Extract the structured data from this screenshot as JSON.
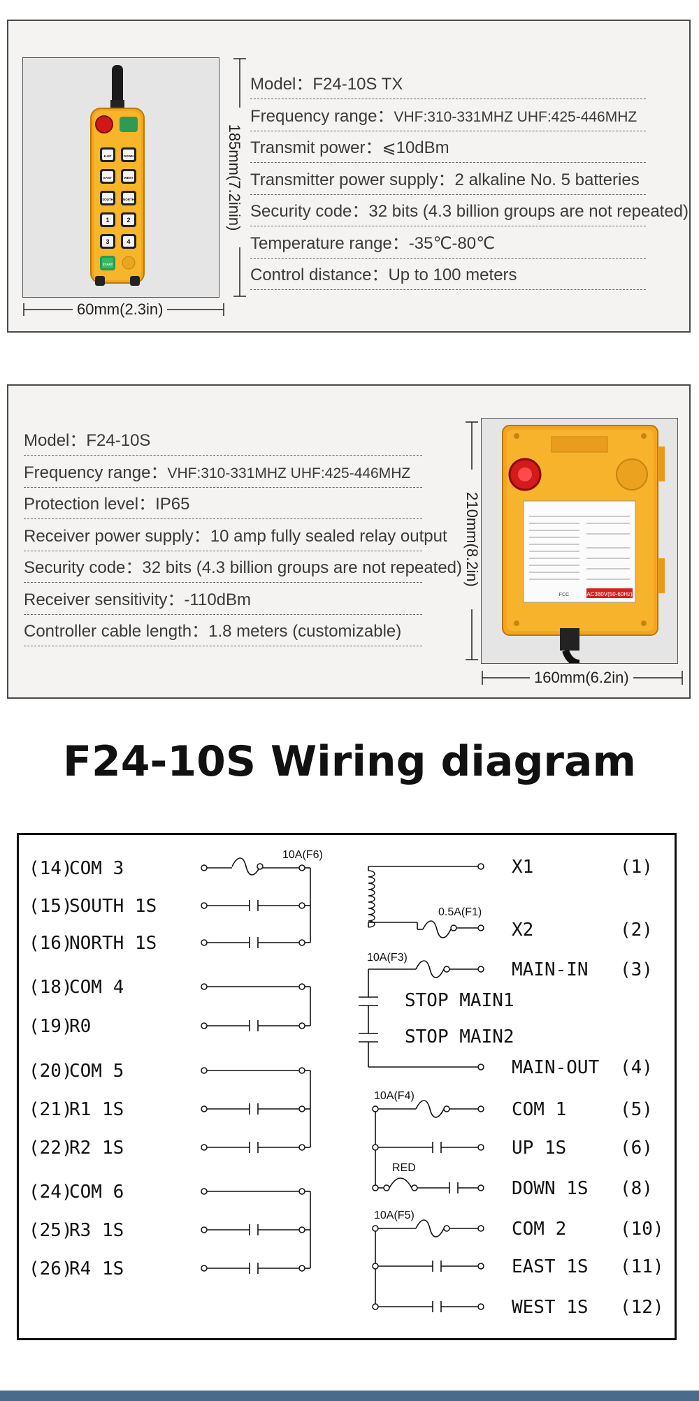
{
  "transmitter": {
    "specs": [
      {
        "label": "Model：",
        "value": "F24-10S TX"
      },
      {
        "label": "Frequency range：",
        "value": "VHF:310-331MHZ UHF:425-446MHZ",
        "small": true
      },
      {
        "label": "Transmit power：",
        "value": "⩽10dBm"
      },
      {
        "label": "Transmitter power supply：",
        "value": "2 alkaline No. 5 batteries"
      },
      {
        "label": "Security code：",
        "value": "32 bits (4.3 billion groups are not repeated)"
      },
      {
        "label": "Temperature range：",
        "value": "-35℃-80℃"
      },
      {
        "label": "Control distance：",
        "value": "Up to 100 meters"
      }
    ],
    "height_dim": "185mm(7.2inin)",
    "width_dim": "60mm(2.3in)",
    "buttons": [
      [
        "E-UP",
        "DOWN"
      ],
      [
        "EAST",
        "WEST"
      ],
      [
        "SOUTH",
        "NORTH"
      ],
      [
        "1",
        "2"
      ],
      [
        "3",
        "4"
      ],
      [
        "START",
        ""
      ]
    ]
  },
  "receiver": {
    "specs": [
      {
        "label": "Model：",
        "value": "F24-10S"
      },
      {
        "label": "Frequency range：",
        "value": "VHF:310-331MHZ UHF:425-446MHZ",
        "small": true
      },
      {
        "label": "Protection level：",
        "value": "IP65"
      },
      {
        "label": "Receiver power supply：",
        "value": "10 amp fully sealed relay output"
      },
      {
        "label": "Security code：",
        "value": "32 bits (4.3 billion groups are not repeated)"
      },
      {
        "label": "Receiver sensitivity：",
        "value": "-110dBm"
      },
      {
        "label": "Controller cable length：",
        "value": "1.8 meters (customizable)"
      }
    ],
    "height_dim": "210mm(8.2in)",
    "width_dim": "160mm(6.2in)",
    "sticker_text": "AC380V(50-60Hz)",
    "sticker_fcc": "FCC"
  },
  "wiring": {
    "title": "F24-10S Wiring diagram",
    "left_terminals": [
      {
        "num": "(14)",
        "name": "COM 3"
      },
      {
        "num": "(15)",
        "name": "SOUTH 1S"
      },
      {
        "num": "(16)",
        "name": "NORTH 1S"
      },
      {
        "num": "(18)",
        "name": "COM 4"
      },
      {
        "num": "(19)",
        "name": "R0"
      },
      {
        "num": "(20)",
        "name": "COM 5"
      },
      {
        "num": "(21)",
        "name": "R1 1S"
      },
      {
        "num": "(22)",
        "name": "R2 1S"
      },
      {
        "num": "(24)",
        "name": "COM 6"
      },
      {
        "num": "(25)",
        "name": "R3 1S"
      },
      {
        "num": "(26)",
        "name": "R4 1S"
      }
    ],
    "right_terminals": [
      {
        "name": "X1",
        "num": "(1)"
      },
      {
        "name": "X2",
        "num": "(2)"
      },
      {
        "name": "MAIN-IN",
        "num": "(3)"
      },
      {
        "name": "MAIN-OUT",
        "num": "(4)"
      },
      {
        "name": "COM 1",
        "num": "(5)"
      },
      {
        "name": "UP 1S",
        "num": "(6)"
      },
      {
        "name": "DOWN 1S",
        "num": "(8)"
      },
      {
        "name": "COM 2",
        "num": "(10)"
      },
      {
        "name": "EAST 1S",
        "num": "(11)"
      },
      {
        "name": "WEST 1S",
        "num": "(12)"
      }
    ],
    "stop_labels": [
      "STOP MAIN1",
      "STOP MAIN2"
    ],
    "fuses": {
      "f6": "10A(F6)",
      "f1": "0.5A(F1)",
      "f3": "10A(F3)",
      "f4": "10A(F4)",
      "f5": "10A(F5)",
      "red": "RED"
    }
  }
}
